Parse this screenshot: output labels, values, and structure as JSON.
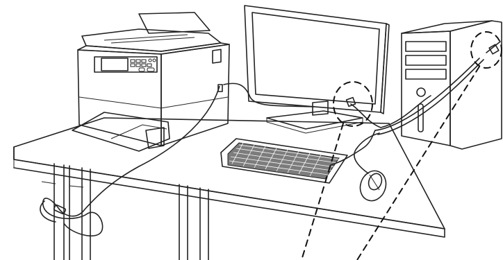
{
  "figure": {
    "colors": {
      "outline": "#222222",
      "light_fill": "#f4f4f4",
      "mid_fill": "#dedede",
      "dark_fill": "#8a8a8a",
      "screen_fill": "#9b9b9b",
      "dashed_line": "#111111"
    },
    "components": [
      "desk",
      "printer",
      "monitor",
      "keyboard",
      "mouse",
      "tower-pc",
      "security-cable"
    ],
    "callouts": [
      "monitor-cable-lock-callout",
      "tower-cable-lock-callout"
    ]
  }
}
